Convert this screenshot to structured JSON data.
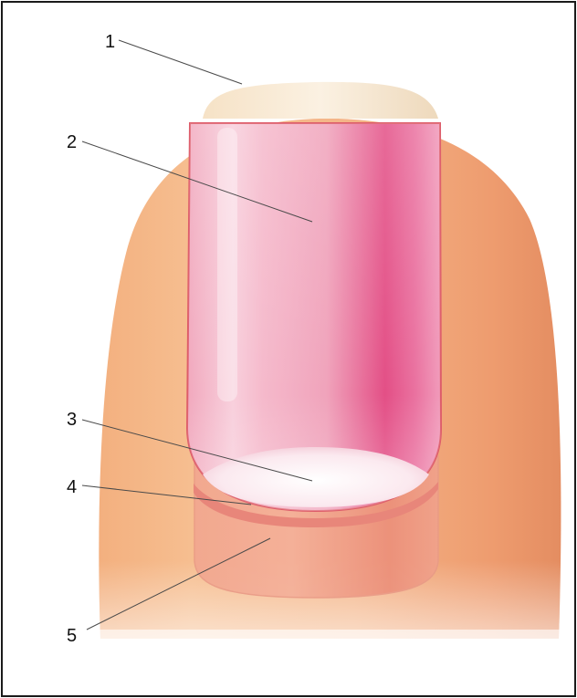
{
  "diagram": {
    "labels": [
      {
        "number": "1"
      },
      {
        "number": "2"
      },
      {
        "number": "3"
      },
      {
        "number": "4"
      },
      {
        "number": "5"
      }
    ]
  }
}
